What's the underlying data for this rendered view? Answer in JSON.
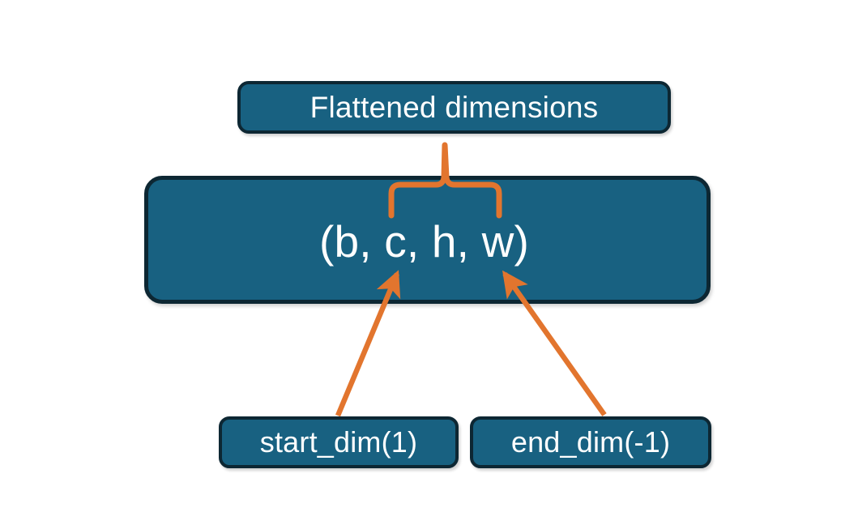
{
  "diagram": {
    "title_box": {
      "label": "Flattened dimensions"
    },
    "shape_box": {
      "label": "(b, c, h, w)"
    },
    "start_box": {
      "label": "start_dim(1)"
    },
    "end_box": {
      "label": "end_dim(-1)"
    },
    "connectors": {
      "brace": "curly-brace-up",
      "start_arrow": "arrow-up-right",
      "end_arrow": "arrow-up-left"
    },
    "colors": {
      "box_fill": "#186181",
      "box_border": "#0d2733",
      "text": "#ffffff",
      "accent_orange": "#e2752e",
      "background": "#ffffff"
    }
  }
}
